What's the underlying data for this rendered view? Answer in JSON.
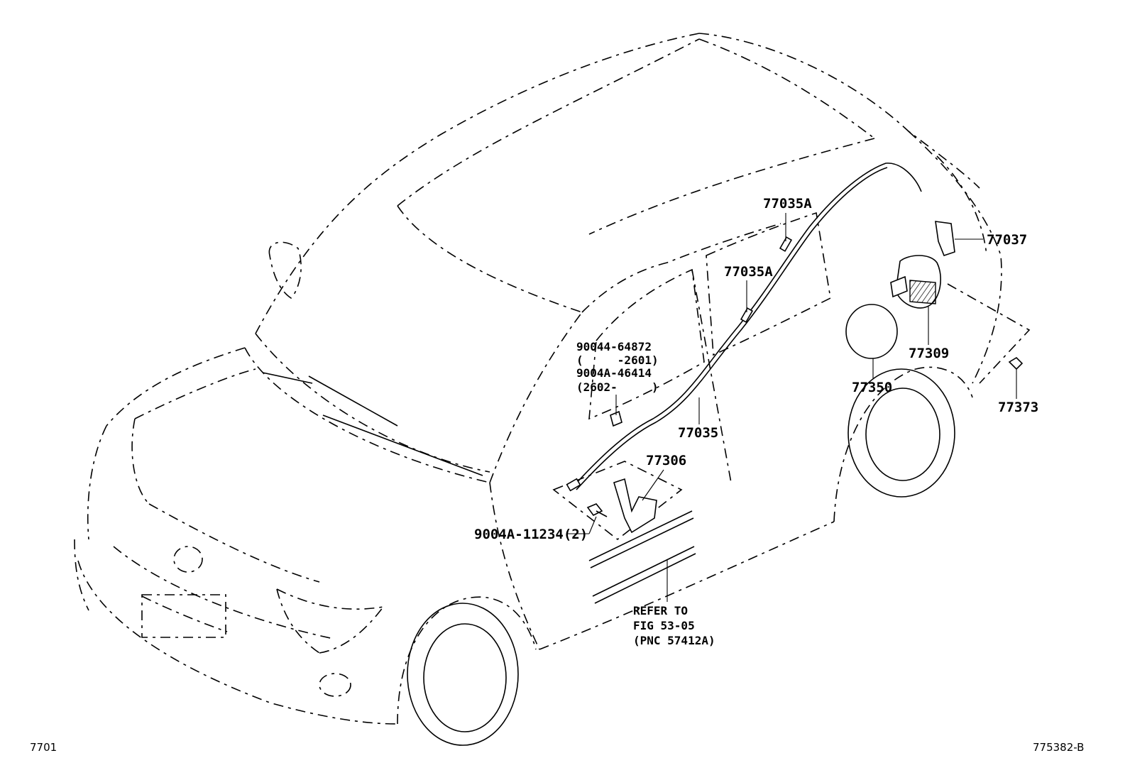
{
  "callouts": [
    {
      "id": "77035A-upper",
      "text": "77035A"
    },
    {
      "id": "77037",
      "text": "77037"
    },
    {
      "id": "77035A-lower",
      "text": "77035A"
    },
    {
      "id": "90044-64872",
      "text": "90044-64872"
    },
    {
      "id": "90044-64872-range",
      "text": "(     -2601)"
    },
    {
      "id": "9004A-46414",
      "text": "9004A-46414"
    },
    {
      "id": "9004A-46414-range",
      "text": "(2602-     )"
    },
    {
      "id": "77309",
      "text": "77309"
    },
    {
      "id": "77350",
      "text": "77350"
    },
    {
      "id": "77373",
      "text": "77373"
    },
    {
      "id": "77035",
      "text": "77035"
    },
    {
      "id": "77306",
      "text": "77306"
    },
    {
      "id": "9004A-11234",
      "text": "9004A-11234(2)"
    },
    {
      "id": "refer-line1",
      "text": "REFER TO"
    },
    {
      "id": "refer-line2",
      "text": "FIG 53-05"
    },
    {
      "id": "refer-line3",
      "text": "(PNC 57412A)"
    }
  ],
  "footer": {
    "left_code": "7701",
    "right_code": "775382-B"
  },
  "colors": {
    "ink": "#000000",
    "paper": "#ffffff"
  }
}
